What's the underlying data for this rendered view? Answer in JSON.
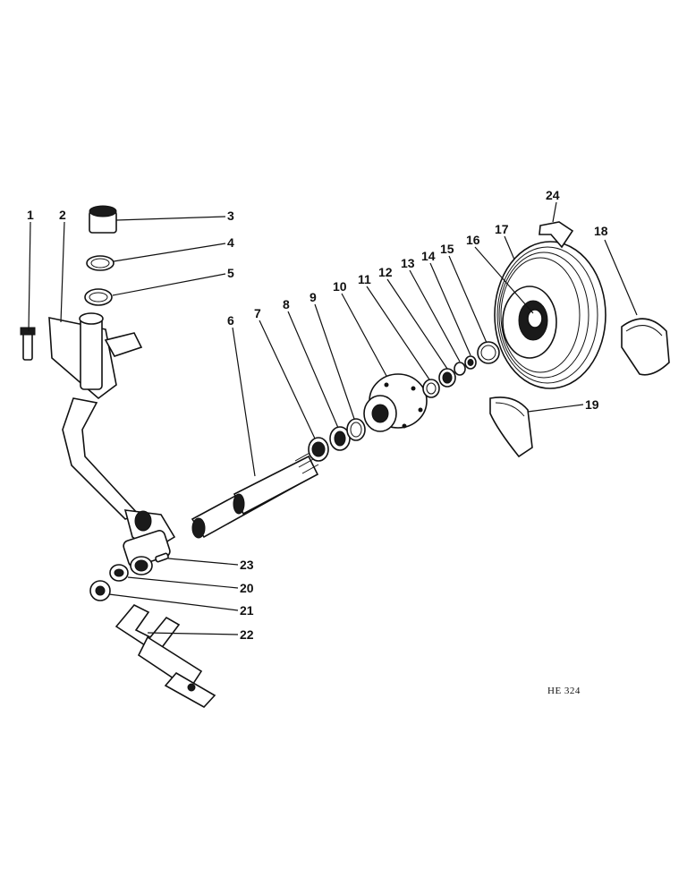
{
  "figure": {
    "reference_code": "HE 324",
    "callouts": [
      {
        "number": "1"
      },
      {
        "number": "2"
      },
      {
        "number": "3"
      },
      {
        "number": "4"
      },
      {
        "number": "5"
      },
      {
        "number": "6"
      },
      {
        "number": "7"
      },
      {
        "number": "8"
      },
      {
        "number": "9"
      },
      {
        "number": "10"
      },
      {
        "number": "11"
      },
      {
        "number": "12"
      },
      {
        "number": "13"
      },
      {
        "number": "14"
      },
      {
        "number": "15"
      },
      {
        "number": "16"
      },
      {
        "number": "17"
      },
      {
        "number": "18"
      },
      {
        "number": "19"
      },
      {
        "number": "20"
      },
      {
        "number": "21"
      },
      {
        "number": "22"
      },
      {
        "number": "23"
      },
      {
        "number": "24"
      }
    ]
  },
  "colors": {
    "ink": "#111111",
    "paper": "#ffffff"
  }
}
